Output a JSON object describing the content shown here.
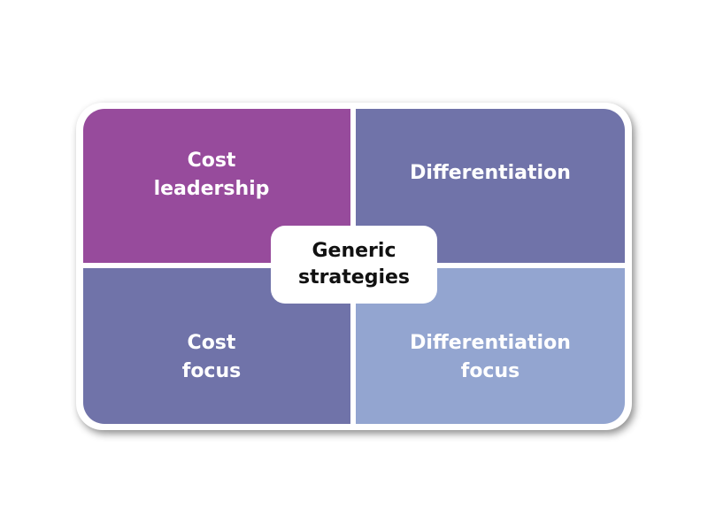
{
  "colors": {
    "cost_leadership": "#974b9c",
    "differentiation": "#7073a9",
    "cost_focus": "#7073a9",
    "differentiation_focus": "#93a5d0",
    "frame": "#ffffff"
  },
  "quadrants": {
    "cost_leadership": {
      "line1": "Cost",
      "line2": "leadership"
    },
    "differentiation": {
      "line1": "Differentiation"
    },
    "cost_focus": {
      "line1": "Cost",
      "line2": "focus"
    },
    "differentiation_focus": {
      "line1": "Differentiation",
      "line2": "focus"
    }
  },
  "center": {
    "line1": "Generic",
    "line2": "strategies"
  }
}
